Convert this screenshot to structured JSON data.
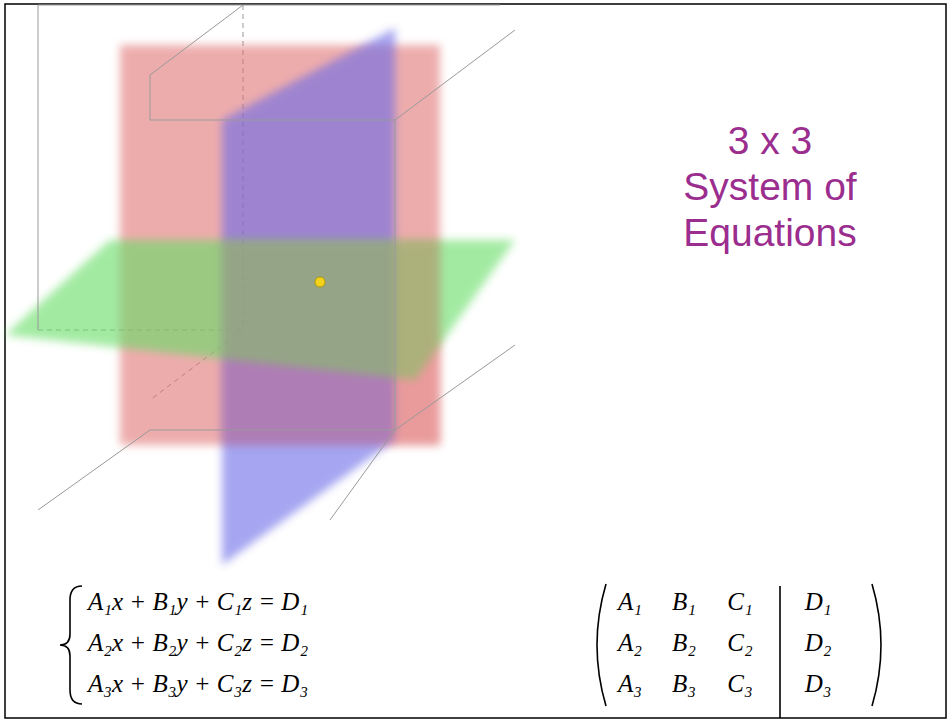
{
  "diagram": {
    "title": "3 x 3 System of Equations",
    "labels": [
      "A₁x + B₁y + C₁z = D₁",
      "A₂x + B₂y + C₂z = D₂",
      "A₃x + B₃y + C₃z = D₃",
      "A₁",
      "B₁",
      "C₁",
      "D₁",
      "A₂",
      "B₂",
      "C₂",
      "D₂",
      "A₃",
      "B₃",
      "C₃",
      "D₃"
    ]
  }
}
